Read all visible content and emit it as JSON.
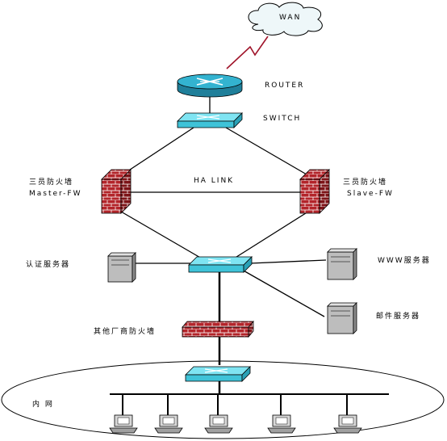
{
  "labels": {
    "wan": "WAN",
    "router": "ROUTER",
    "switch": "SWITCH",
    "ha_link": "HA LINK",
    "fw_left_name": "三员防火墙",
    "fw_left_role": "Master-FW",
    "fw_right_name": "三员防火墙",
    "fw_right_role": "Slave-FW",
    "auth_server": "认证服务器",
    "www_server": "WWW服务器",
    "mail_server": "邮件服务器",
    "other_fw": "其他厂商防火墙",
    "intranet": "内 网"
  },
  "colors": {
    "switch_body": "#3fc3d8",
    "switch_top": "#7fe4f2",
    "router_body": "#2fa9c6",
    "brick": "#b3242a",
    "server": "#bdbdbd"
  }
}
